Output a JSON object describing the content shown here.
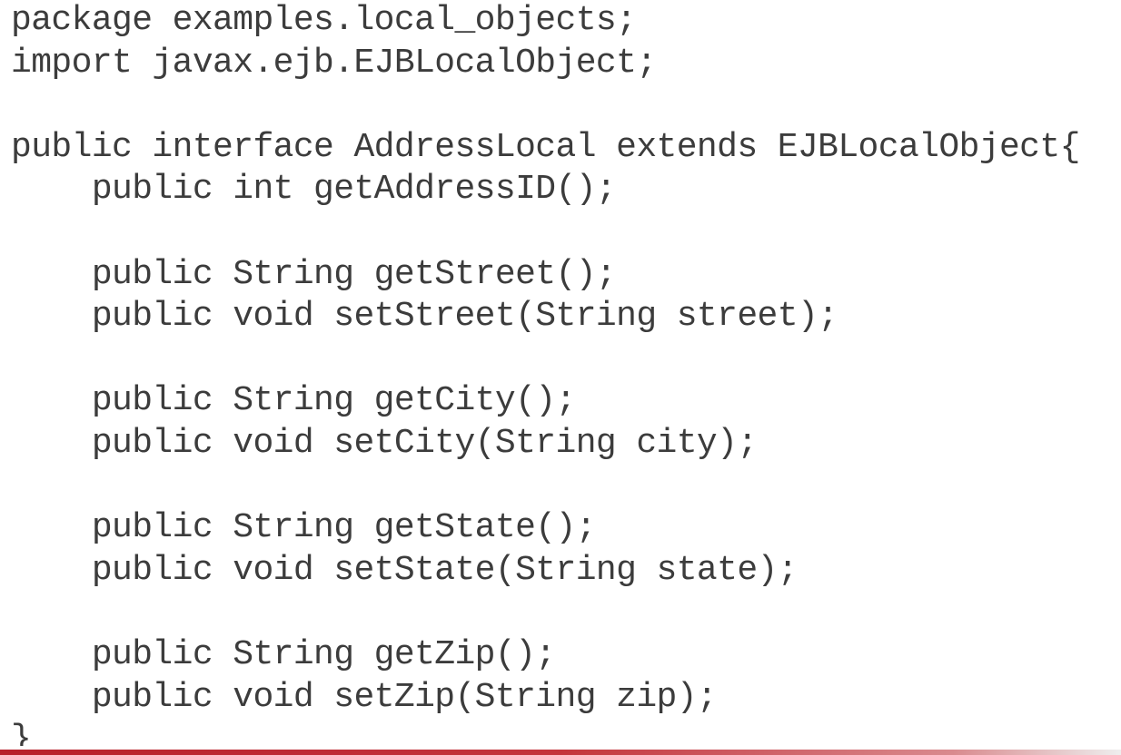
{
  "code": {
    "lines": [
      "package examples.local_objects;",
      "import javax.ejb.EJBLocalObject;",
      "",
      "public interface AddressLocal extends EJBLocalObject{",
      "    public int getAddressID();",
      "",
      "    public String getStreet();",
      "    public void setStreet(String street);",
      "",
      "    public String getCity();",
      "    public void setCity(String city);",
      "",
      "    public String getState();",
      "    public void setState(String state);",
      "",
      "    public String getZip();",
      "    public void setZip(String zip);",
      "}"
    ]
  },
  "colors": {
    "text": "#3c3c3c",
    "accent_bar": "#b8202a",
    "background": "#ffffff"
  }
}
